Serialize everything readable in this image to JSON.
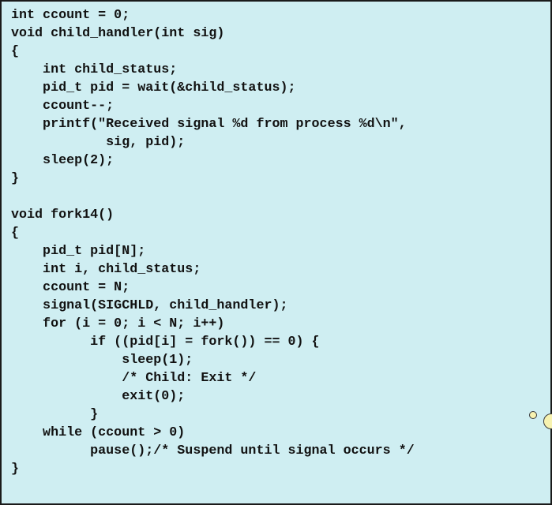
{
  "code_lines": [
    "int ccount = 0;",
    "void child_handler(int sig)",
    "{",
    "    int child_status;",
    "    pid_t pid = wait(&child_status);",
    "    ccount--;",
    "    printf(\"Received signal %d from process %d\\n\",",
    "            sig, pid);",
    "    sleep(2);",
    "}",
    "",
    "void fork14()",
    "{",
    "    pid_t pid[N];",
    "    int i, child_status;",
    "    ccount = N;",
    "    signal(SIGCHLD, child_handler);",
    "    for (i = 0; i < N; i++)",
    "          if ((pid[i] = fork()) == 0) {",
    "              sleep(1);",
    "              /* Child: Exit */",
    "              exit(0);",
    "          }",
    "    while (ccount > 0)",
    "          pause();/* Suspend until signal occurs */",
    "}"
  ],
  "colors": {
    "panel_background": "#cfeef2",
    "code_text": "#111111",
    "border": "#1a1a1a"
  },
  "icons": {
    "decoration": "circle-icon"
  }
}
